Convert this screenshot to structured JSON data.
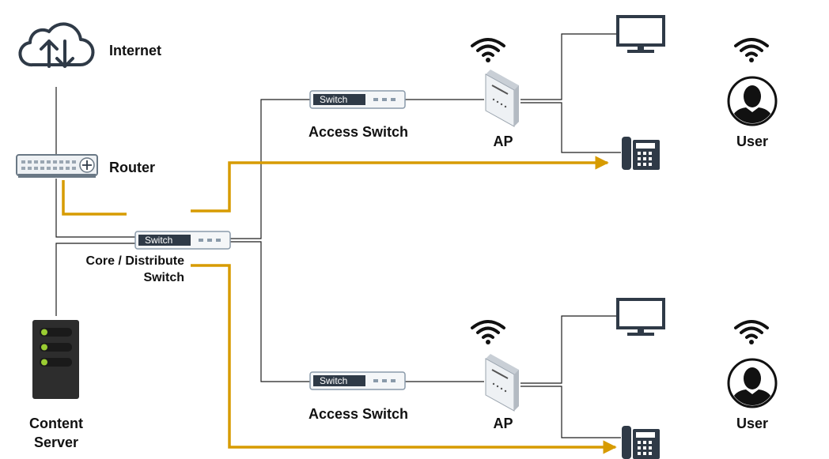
{
  "labels": {
    "internet": "Internet",
    "router": "Router",
    "core_line1": "Core / Distribute",
    "core_line2": "Switch",
    "content_line1": "Content",
    "content_line2": "Server",
    "access_top": "Access Switch",
    "access_bottom": "Access Switch",
    "ap_top": "AP",
    "ap_bottom": "AP",
    "user_top": "User",
    "user_bottom": "User"
  },
  "switch_label": "Switch",
  "colors": {
    "link": "#1f1f1f",
    "flow": "#d79b00",
    "icon": "#2f3a47",
    "server_body": "#2d2d2d",
    "server_led": "#9acd32"
  },
  "icons": [
    "cloud-updown-icon",
    "router-icon",
    "switch-icon",
    "server-icon",
    "access-point-icon",
    "wifi-icon",
    "monitor-icon",
    "ip-phone-icon",
    "user-avatar-icon"
  ]
}
